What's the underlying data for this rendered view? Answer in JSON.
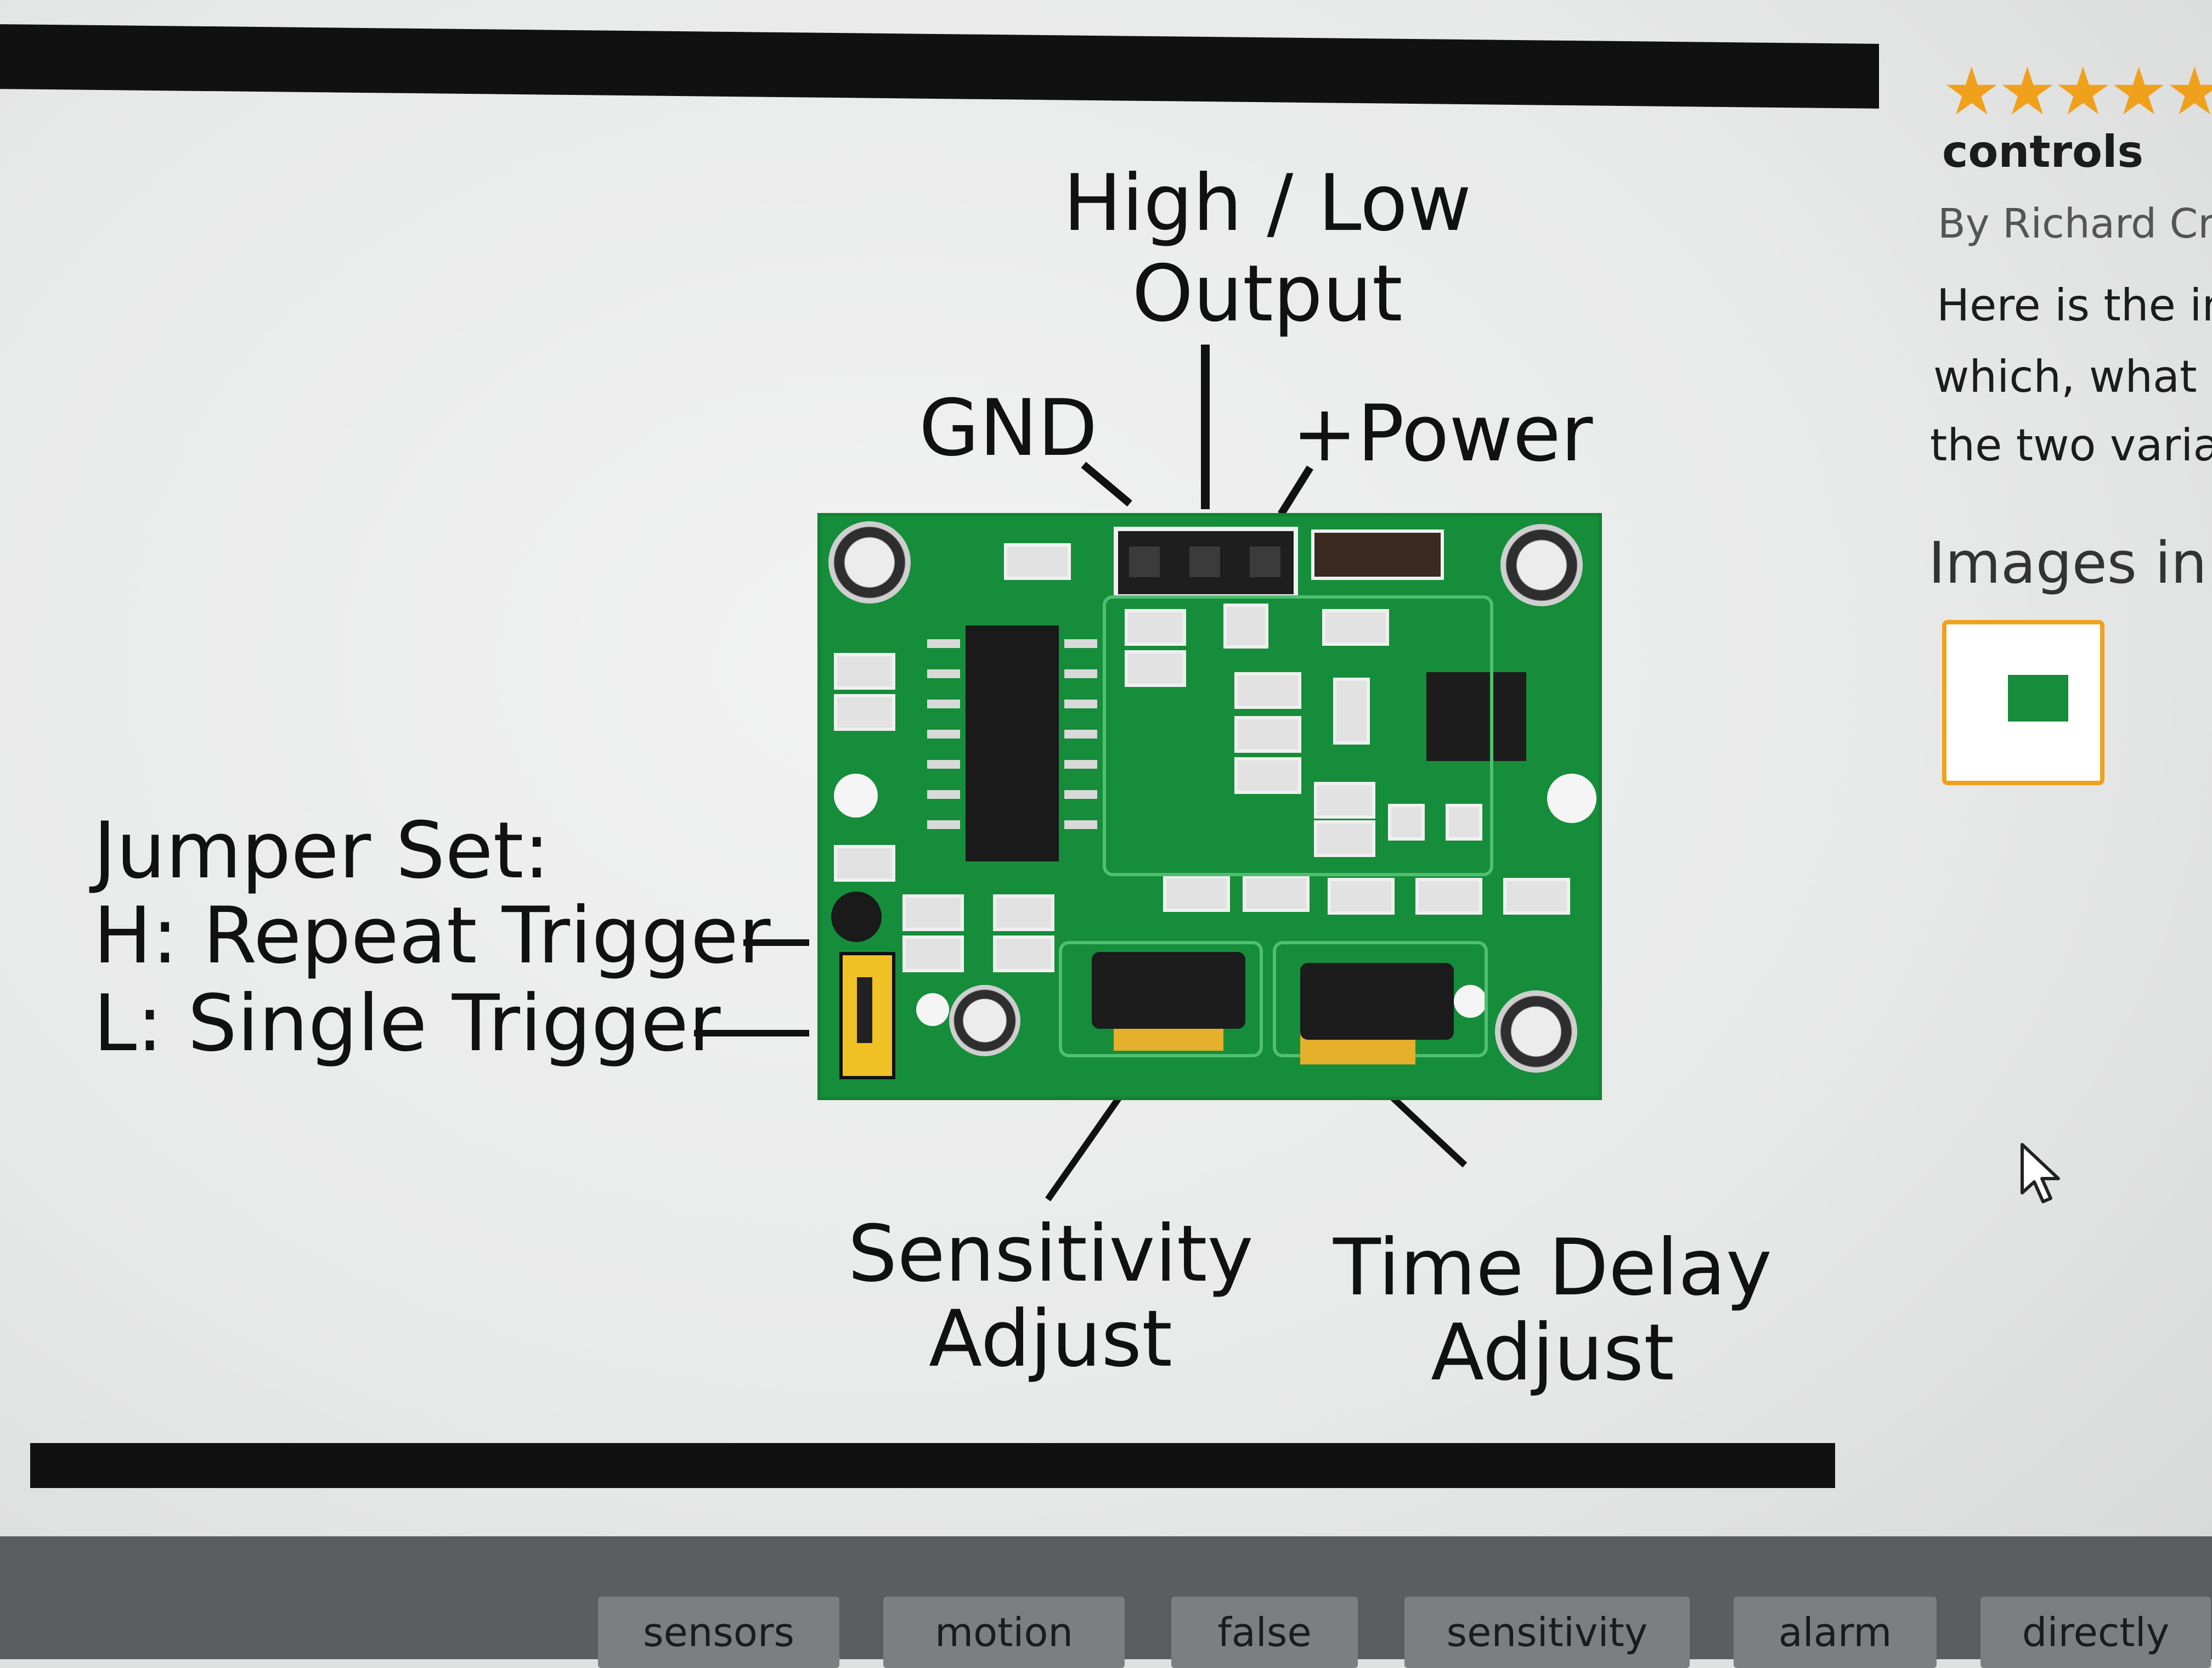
{
  "diagram": {
    "labels": {
      "high_low": "High / Low",
      "output": "Output",
      "gnd": "GND",
      "power": "+Power",
      "jumper_set": "Jumper Set:",
      "repeat": "H: Repeat Trigger",
      "single": "L: Single Trigger",
      "sensitivity": "Sensitivity",
      "sens_adjust": "Adjust",
      "time_delay": "Time Delay",
      "time_adjust": "Adjust"
    }
  },
  "sidebar": {
    "rating_stars": "★★★★★",
    "title": "controls",
    "byline": "By Richard Cro",
    "body_lines": [
      "Here is the in",
      "which, what t",
      "the two variab"
    ],
    "images_heading": "Images in t",
    "thumbnail_alt": "HC-SR501 diagram thumbnail"
  },
  "tags": [
    "sensors",
    "motion",
    "false",
    "sensitivity",
    "alarm",
    "directly"
  ],
  "colors": {
    "accent_star": "#f0a11c",
    "pcb_green": "#168d3a"
  }
}
